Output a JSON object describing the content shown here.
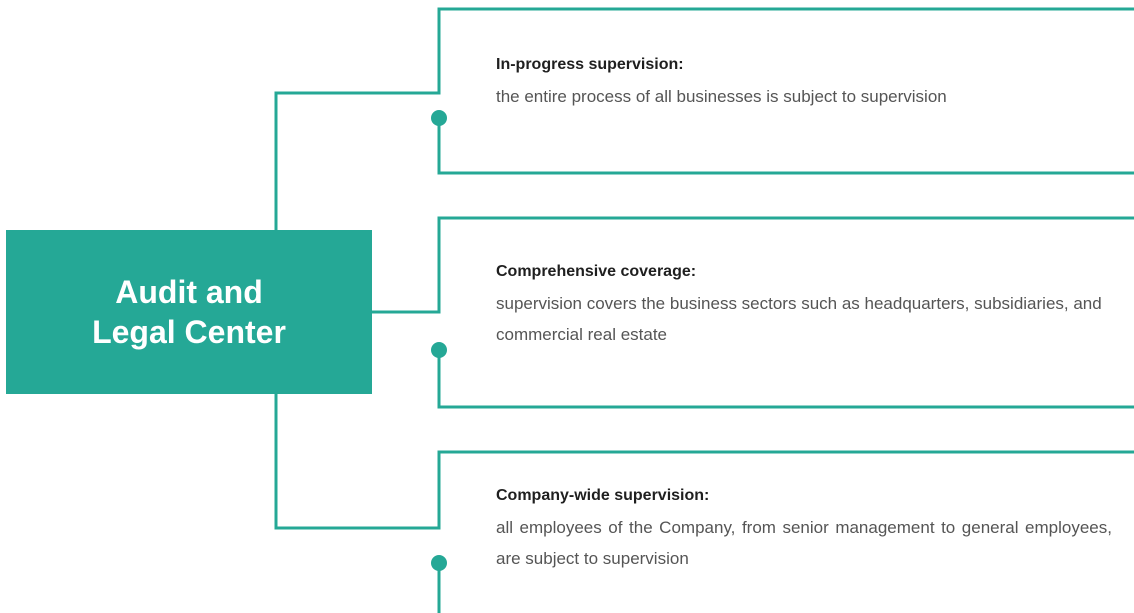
{
  "colors": {
    "accent": "#25a896",
    "title_text": "#1f1f1f",
    "body_text": "#555555",
    "background": "#ffffff"
  },
  "center": {
    "line1": "Audit and",
    "line2": "Legal Center"
  },
  "items": [
    {
      "title": "In-progress supervision:",
      "body": "the entire process of all businesses is subject to supervision"
    },
    {
      "title": "Comprehensive coverage:",
      "body": "supervision covers the business sectors such as headquarters, subsidiaries, and commercial real estate"
    },
    {
      "title": "Company-wide supervision:",
      "body": "all employees of the Company, from senior management to general employees, are subject to supervision"
    }
  ]
}
